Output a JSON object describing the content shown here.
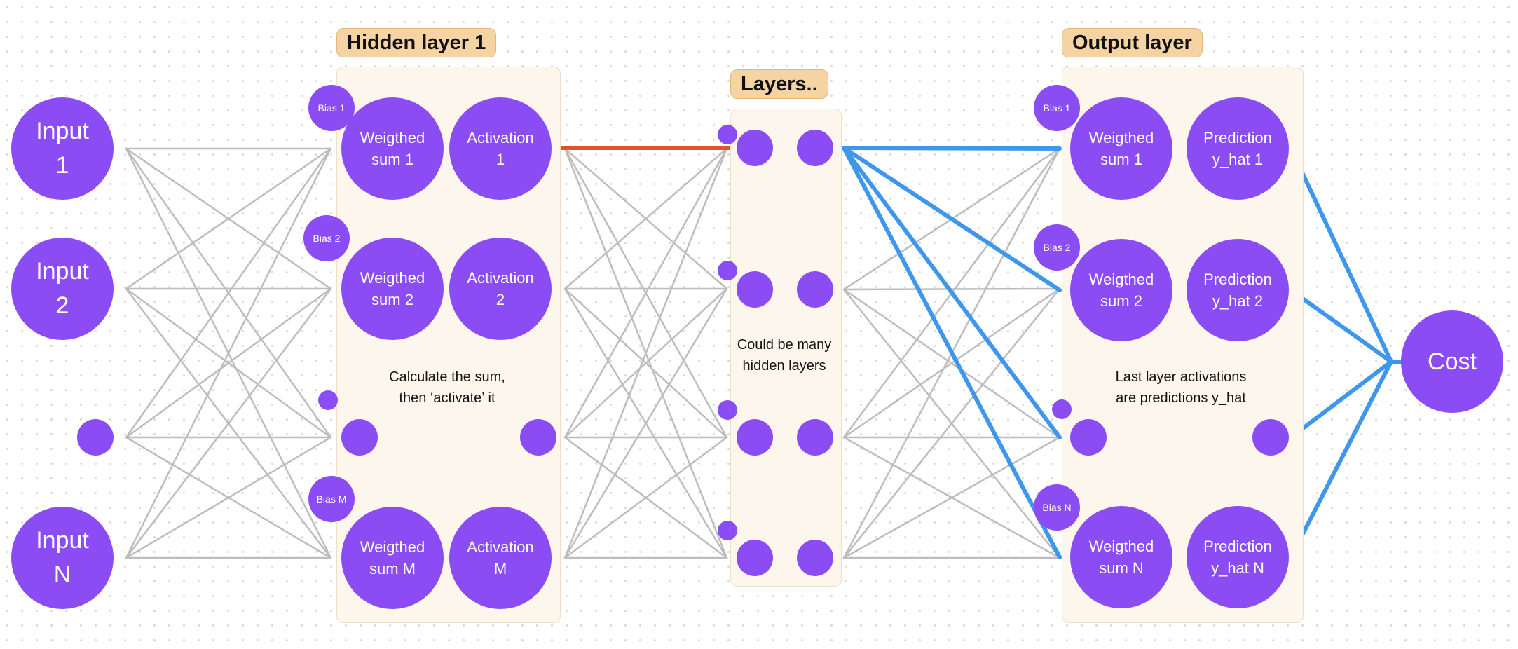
{
  "colors": {
    "node": "#8b4cf4",
    "edge": "#bdbdbd",
    "highlight_red": "#e0542c",
    "highlight_blue": "#3f97ec",
    "panel": "#fdf6ec",
    "tag": "#f6d3a3"
  },
  "tags": {
    "hidden": "Hidden layer 1",
    "middle": "Layers..",
    "output": "Output layer"
  },
  "inputs": {
    "first": "Input\n1",
    "second": "Input\n2",
    "last": "Input\nN"
  },
  "hidden": {
    "bias_1": "Bias 1",
    "bias_2": "Bias 2",
    "bias_m": "Bias M",
    "wsum_1": "Weigthed\nsum 1",
    "wsum_2": "Weigthed\nsum 2",
    "wsum_m": "Weigthed\nsum M",
    "act_1": "Activation\n1",
    "act_2": "Activation\n2",
    "act_m": "Activation\nM",
    "note": "Calculate the sum,\nthen ‘activate’ it"
  },
  "middle": {
    "note": "Could be many\nhidden layers"
  },
  "output": {
    "bias_1": "Bias 1",
    "bias_2": "Bias 2",
    "bias_n": "Bias N",
    "wsum_1": "Weigthed\nsum 1",
    "wsum_2": "Weigthed\nsum 2",
    "wsum_n": "Weigthed\nsum N",
    "pred_1": "Prediction\ny_hat 1",
    "pred_2": "Prediction\ny_hat 2",
    "pred_n": "Prediction\ny_hat N",
    "note": "Last layer activations\nare predictions y_hat"
  },
  "cost": "Cost"
}
